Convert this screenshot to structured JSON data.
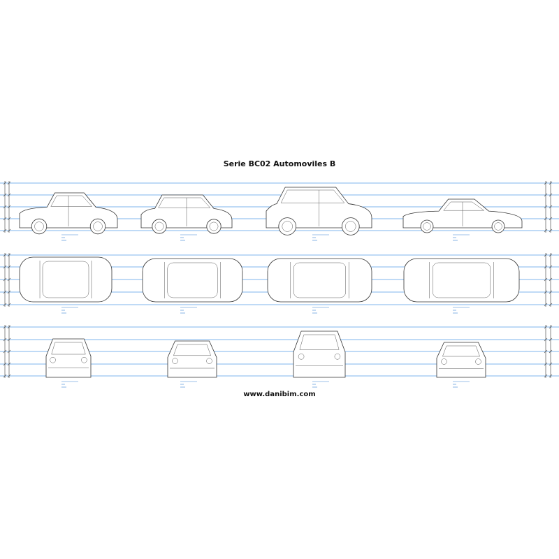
{
  "sheet": {
    "title": "Serie BC02 Automoviles B",
    "website": "www.danibim.com",
    "rows": [
      {
        "view": "side",
        "cars": [
          "beetle",
          "hatchback",
          "suv",
          "sedan"
        ]
      },
      {
        "view": "top",
        "cars": [
          "beetle",
          "hatchback",
          "suv",
          "sedan"
        ]
      },
      {
        "view": "front",
        "cars": [
          "beetle",
          "hatchback",
          "suv",
          "sedan"
        ]
      }
    ]
  },
  "colors": {
    "grid": "#7fb6ee",
    "label": "#3b82d6",
    "line": "#333333"
  }
}
